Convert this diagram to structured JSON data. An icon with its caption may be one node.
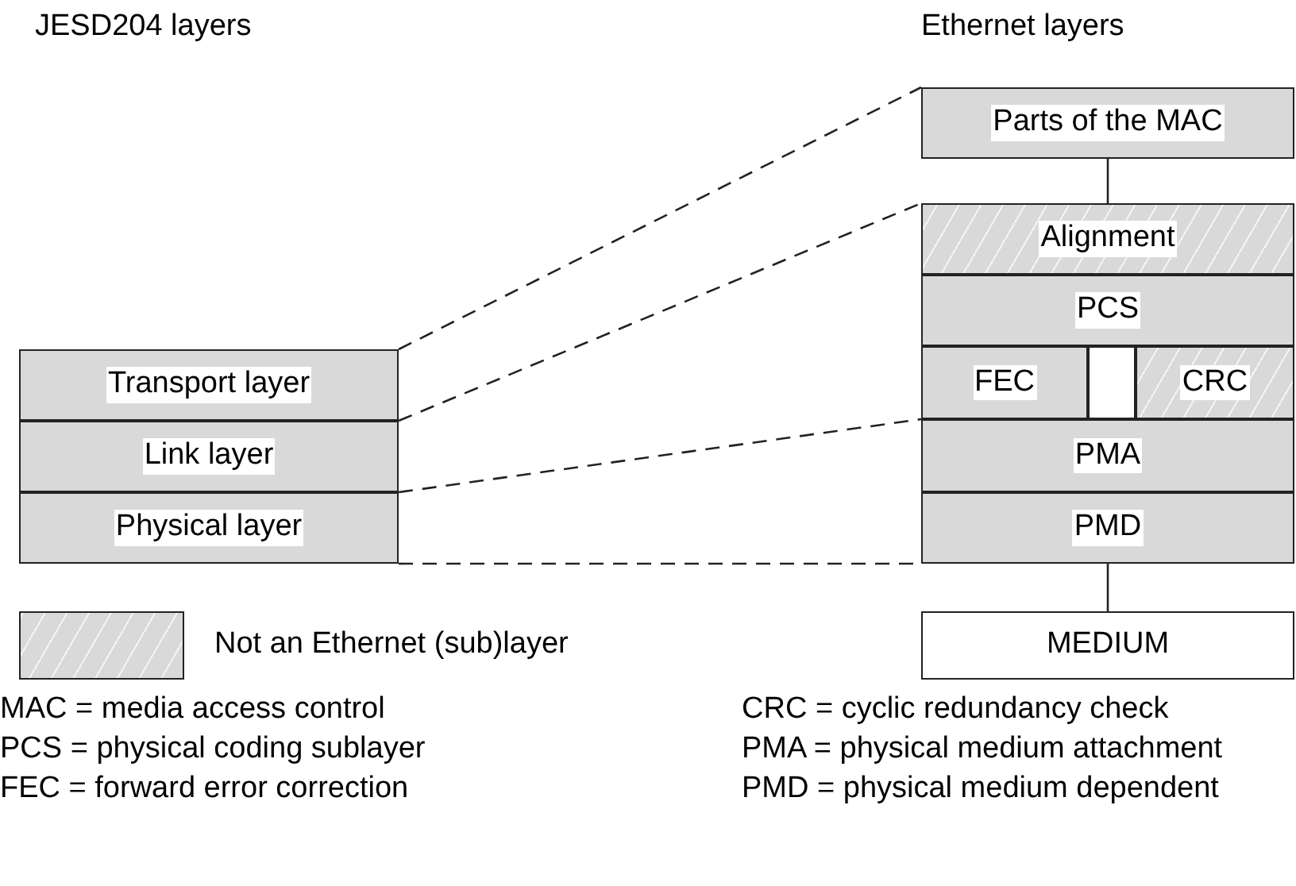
{
  "diagram": {
    "nodes": [
      {
        "text": [
          "Transport layer"
        ]
      },
      {
        "text": [
          "Link layer"
        ]
      },
      {
        "text": [
          "Physical layer"
        ]
      },
      {
        "text": [
          "Parts of the MAC"
        ]
      },
      {
        "text": [
          "Alignment"
        ]
      },
      {
        "text": [
          "PCS"
        ]
      },
      {
        "text": [
          "FEC"
        ]
      },
      {
        "text": [],
        "shape": "box"
      },
      {
        "text": [
          "CRC"
        ]
      },
      {
        "text": [
          "PMA"
        ]
      },
      {
        "text": [
          "PMD"
        ]
      },
      {
        "text": [
          "MEDIUM"
        ]
      }
    ],
    "edges": [
      {
        "from": 0,
        "to": 3,
        "arrow": "none",
        "style": "dashed"
      },
      {
        "from": 1,
        "to": 4,
        "arrow": "none",
        "style": "dashed"
      },
      {
        "from": 2,
        "to": 9,
        "arrow": "none",
        "style": "dashed"
      },
      {
        "from": 2,
        "to": 10,
        "arrow": "none",
        "style": "dashed"
      },
      {
        "from": 3,
        "to": 4,
        "arrow": "none"
      },
      {
        "from": 10,
        "to": 11,
        "arrow": "none"
      }
    ],
    "labels": [
      "JESD204 layers",
      "Ethernet layers",
      "MAC = media access control",
      "CRC = cyclic redundancy check",
      "PCS = physical coding sublayer",
      "PMA = physical medium attachment",
      "FEC = forward error correction",
      "PMD = physical medium dependent"
    ],
    "legend": [
      {
        "text": "Not an Ethernet (sub)layer"
      }
    ]
  }
}
